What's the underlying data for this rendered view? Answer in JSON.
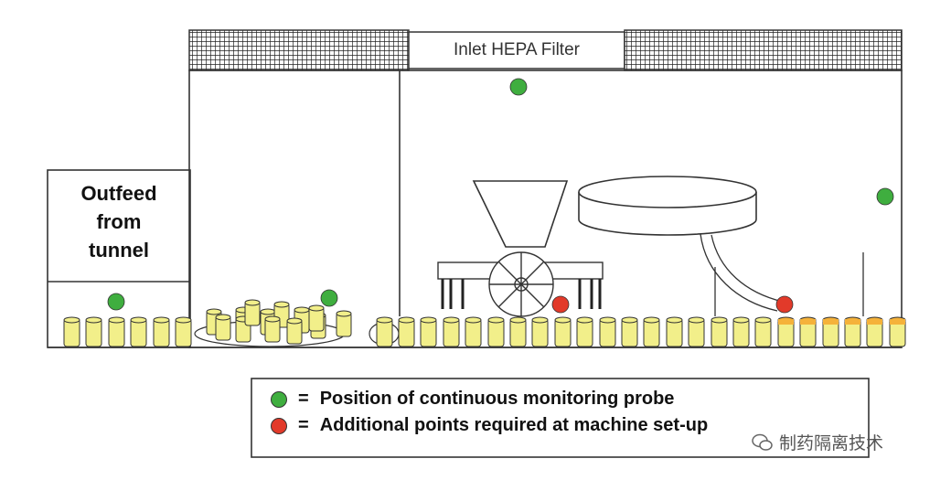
{
  "filter_label": "Inlet HEPA Filter",
  "outfeed_label": [
    "Outfeed",
    "from",
    "tunnel"
  ],
  "legend": [
    {
      "color": "#3fae3f",
      "text": "Position of continuous monitoring probe"
    },
    {
      "color": "#e23a2a",
      "text": "Additional points required at machine set-up"
    }
  ],
  "watermark": "制药隔离技术",
  "colors": {
    "line": "#333333",
    "vial_fill": "#f2ef8a",
    "vial_filled_fill": "#f5b23a",
    "probe_green": "#3fae3f",
    "probe_red": "#e23a2a"
  }
}
